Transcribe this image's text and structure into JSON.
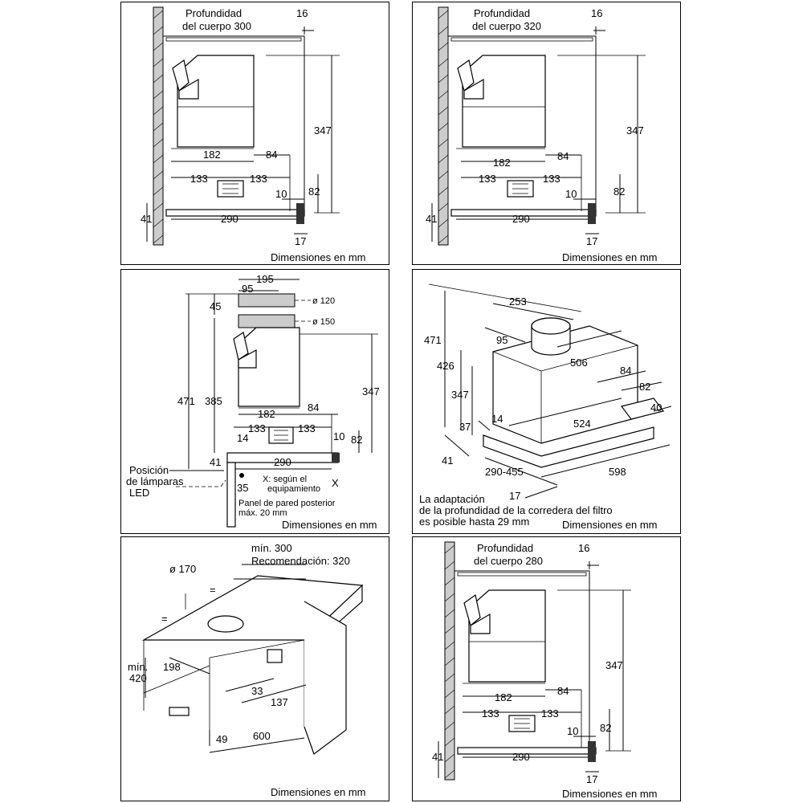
{
  "panels": {
    "p1": {
      "depth_label": "Profundidad",
      "depth_value": "del cuerpo 300",
      "d16": "16",
      "d347": "347",
      "d182": "182",
      "d84": "84",
      "d133a": "133",
      "d133b": "133",
      "d82": "82",
      "d10": "10",
      "d41": "41",
      "d290": "290",
      "d17": "17",
      "footer": "Dimensiones en mm"
    },
    "p2": {
      "depth_label": "Profundidad",
      "depth_value": "del cuerpo 320",
      "d16": "16",
      "d347": "347",
      "d182": "182",
      "d84": "84",
      "d133a": "133",
      "d133b": "133",
      "d82": "82",
      "d10": "10",
      "d41": "41",
      "d290": "290",
      "d17": "17",
      "footer": "Dimensiones en mm"
    },
    "p3": {
      "d195": "195",
      "d95": "95",
      "d120": "ø 120",
      "d150": "ø 150",
      "d45": "45",
      "d471": "471",
      "d385": "385",
      "d347": "347",
      "d182": "182",
      "d84": "84",
      "d133a": "133",
      "d133b": "133",
      "d14": "14",
      "d10": "10",
      "d82": "82",
      "d41": "41",
      "d290": "290",
      "d35": "35",
      "x": "X",
      "led1": "Posición",
      "led2": "de lámparas",
      "led3": "LED",
      "xnote1": "X: según el",
      "xnote2": "equipamiento",
      "panel1": "Panel de pared posterior",
      "panel2": "máx. 20 mm",
      "footer": "Dimensiones en mm"
    },
    "p4": {
      "d253": "253",
      "d471": "471",
      "d95": "95",
      "d426": "426",
      "d506": "506",
      "d84": "84",
      "d82": "82",
      "d347": "347",
      "d40": "40",
      "d524": "524",
      "d37": "37",
      "d14": "14",
      "d41": "41",
      "d290455": "290-455",
      "d598": "598",
      "d17": "17",
      "note1": "La adaptación",
      "note2": "de la profundidad de la corredera del filtro",
      "note3": "es posible hasta 29 mm",
      "footer": "Dimensiones en mm"
    },
    "p5": {
      "min300": "mín. 300",
      "rec": "Recomendación: 320",
      "d170": "ø 170",
      "min420a": "mín.",
      "min420b": "420",
      "d198": "198",
      "d33": "33",
      "d137": "137",
      "d49": "49",
      "d600": "600",
      "eq1": "=",
      "eq2": "=",
      "footer": "Dimensiones en mm"
    },
    "p6": {
      "depth_label": "Profundidad",
      "depth_value": "del cuerpo 280",
      "d16": "16",
      "d347": "347",
      "d182": "182",
      "d84": "84",
      "d133a": "133",
      "d133b": "133",
      "d82": "82",
      "d10": "10",
      "d41": "41",
      "d290": "290",
      "d17": "17",
      "footer": "Dimensiones en mm"
    }
  }
}
